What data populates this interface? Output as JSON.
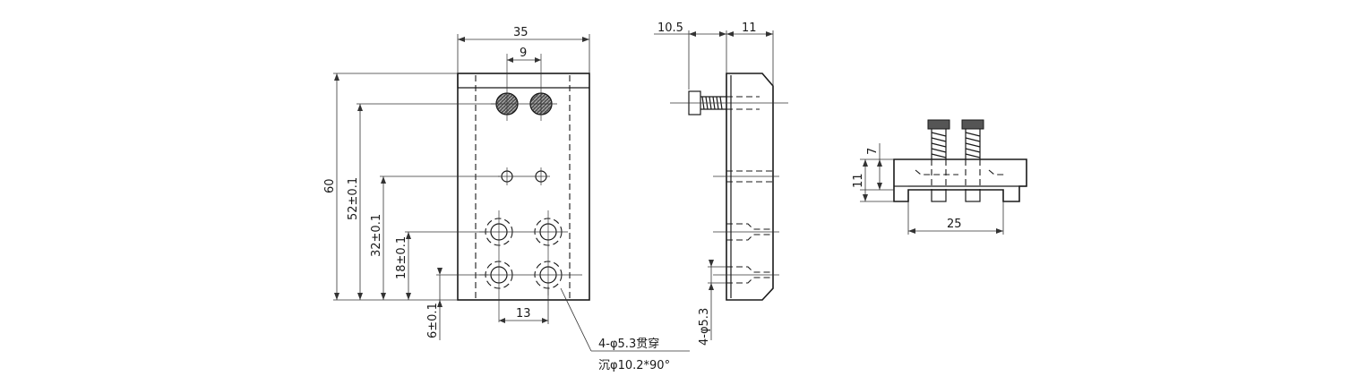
{
  "front_view": {
    "dim_width": "35",
    "dim_hole_spacing_top": "9",
    "dim_height": "60",
    "dim_52": "52±0.1",
    "dim_32": "32±0.1",
    "dim_18": "18±0.1",
    "dim_6": "6±0.1",
    "dim_13": "13"
  },
  "side_view": {
    "dim_10_5": "10.5",
    "dim_11": "11",
    "dim_hole": "4-φ5.3"
  },
  "end_view": {
    "dim_7": "7",
    "dim_11": "11",
    "dim_25": "25"
  },
  "note": {
    "line1": "4-φ5.3贯穿",
    "line2": "沉φ10.2*90°"
  }
}
